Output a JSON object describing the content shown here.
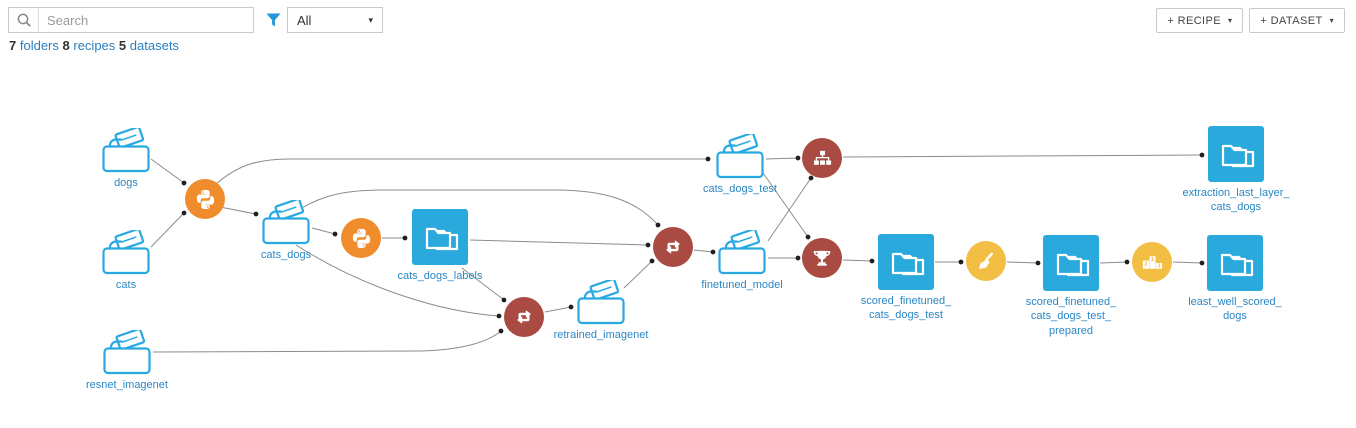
{
  "toolbar": {
    "search_placeholder": "Search",
    "filter_value": "All",
    "recipe_button": "+ RECIPE",
    "dataset_button": "+ DATASET"
  },
  "summary": {
    "folders_count": "7",
    "folders_label": "folders",
    "recipes_count": "8",
    "recipes_label": "recipes",
    "datasets_count": "5",
    "datasets_label": "datasets"
  },
  "colors": {
    "dataset_blue": "#29A9DC",
    "folder_stroke_blue": "#29A9E1",
    "label_blue": "#2B87C4",
    "recipe_orange": "#EF8D2C",
    "recipe_red": "#A94B42",
    "recipe_yellow": "#F2BE44",
    "filter_funnel_blue": "#2196D9",
    "edge_gray": "#8C8C8C"
  },
  "icons": {
    "caret_down": "▾",
    "search": "magnifier",
    "filter": "funnel",
    "podium_numbers": [
      "1",
      "2",
      "3"
    ]
  },
  "flow": {
    "nodes": [
      {
        "id": "dogs",
        "type": "folder",
        "label": "dogs"
      },
      {
        "id": "cats",
        "type": "folder",
        "label": "cats"
      },
      {
        "id": "resnet_imagenet",
        "type": "folder",
        "label": "resnet_imagenet"
      },
      {
        "id": "cats_dogs",
        "type": "folder",
        "label": "cats_dogs"
      },
      {
        "id": "cats_dogs_labels",
        "type": "dataset",
        "label": "cats_dogs_labels"
      },
      {
        "id": "retrained_imagenet",
        "type": "folder",
        "label": "retrained_imagenet"
      },
      {
        "id": "cats_dogs_test",
        "type": "folder",
        "label": "cats_dogs_test"
      },
      {
        "id": "finetuned_model",
        "type": "folder",
        "label": "finetuned_model"
      },
      {
        "id": "extraction_last_layer_cats_dogs",
        "type": "dataset",
        "label": "extraction_last_layer_\ncats_dogs"
      },
      {
        "id": "scored_finetuned_cats_dogs_test",
        "type": "dataset",
        "label": "scored_finetuned_\ncats_dogs_test"
      },
      {
        "id": "scored_finetuned_cats_dogs_test_prepared",
        "type": "dataset",
        "label": "scored_finetuned_\ncats_dogs_test_\nprepared"
      },
      {
        "id": "least_well_scored_dogs",
        "type": "dataset",
        "label": "least_well_scored_\ndogs"
      },
      {
        "id": "python_recipe_1",
        "type": "recipe",
        "icon": "python-icon",
        "color": "#EF8D2C"
      },
      {
        "id": "python_recipe_2",
        "type": "recipe",
        "icon": "python-icon",
        "color": "#EF8D2C"
      },
      {
        "id": "retrain_recipe_1",
        "type": "recipe",
        "icon": "retrain-icon",
        "color": "#A94B42"
      },
      {
        "id": "retrain_recipe_2",
        "type": "recipe",
        "icon": "retrain-icon",
        "color": "#A94B42"
      },
      {
        "id": "sitemap_recipe",
        "type": "recipe",
        "icon": "sitemap-icon",
        "color": "#A94B42"
      },
      {
        "id": "trophy_recipe",
        "type": "recipe",
        "icon": "trophy-icon",
        "color": "#A94B42"
      },
      {
        "id": "broom_recipe",
        "type": "recipe",
        "icon": "broom-icon",
        "color": "#F2BE44"
      },
      {
        "id": "podium_recipe",
        "type": "recipe",
        "icon": "podium-icon",
        "color": "#F2BE44"
      }
    ]
  }
}
